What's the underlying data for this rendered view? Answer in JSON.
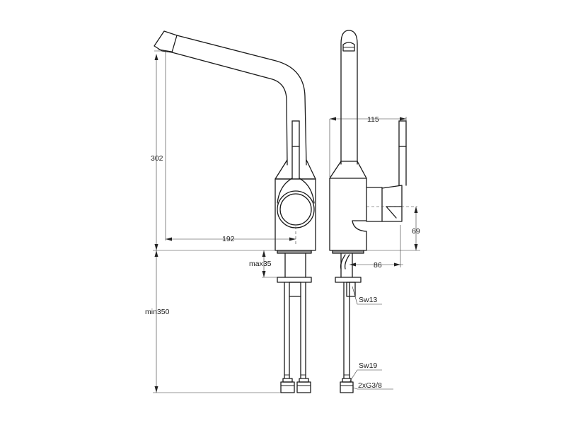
{
  "dimensions": {
    "height_302": "302",
    "width_192": "192",
    "max35": "max35",
    "min350": "min350",
    "width_115": "115",
    "height_69": "69",
    "width_86": "86",
    "sw13": "Sw13",
    "sw19": "Sw19",
    "thread": "2xG3/8"
  }
}
